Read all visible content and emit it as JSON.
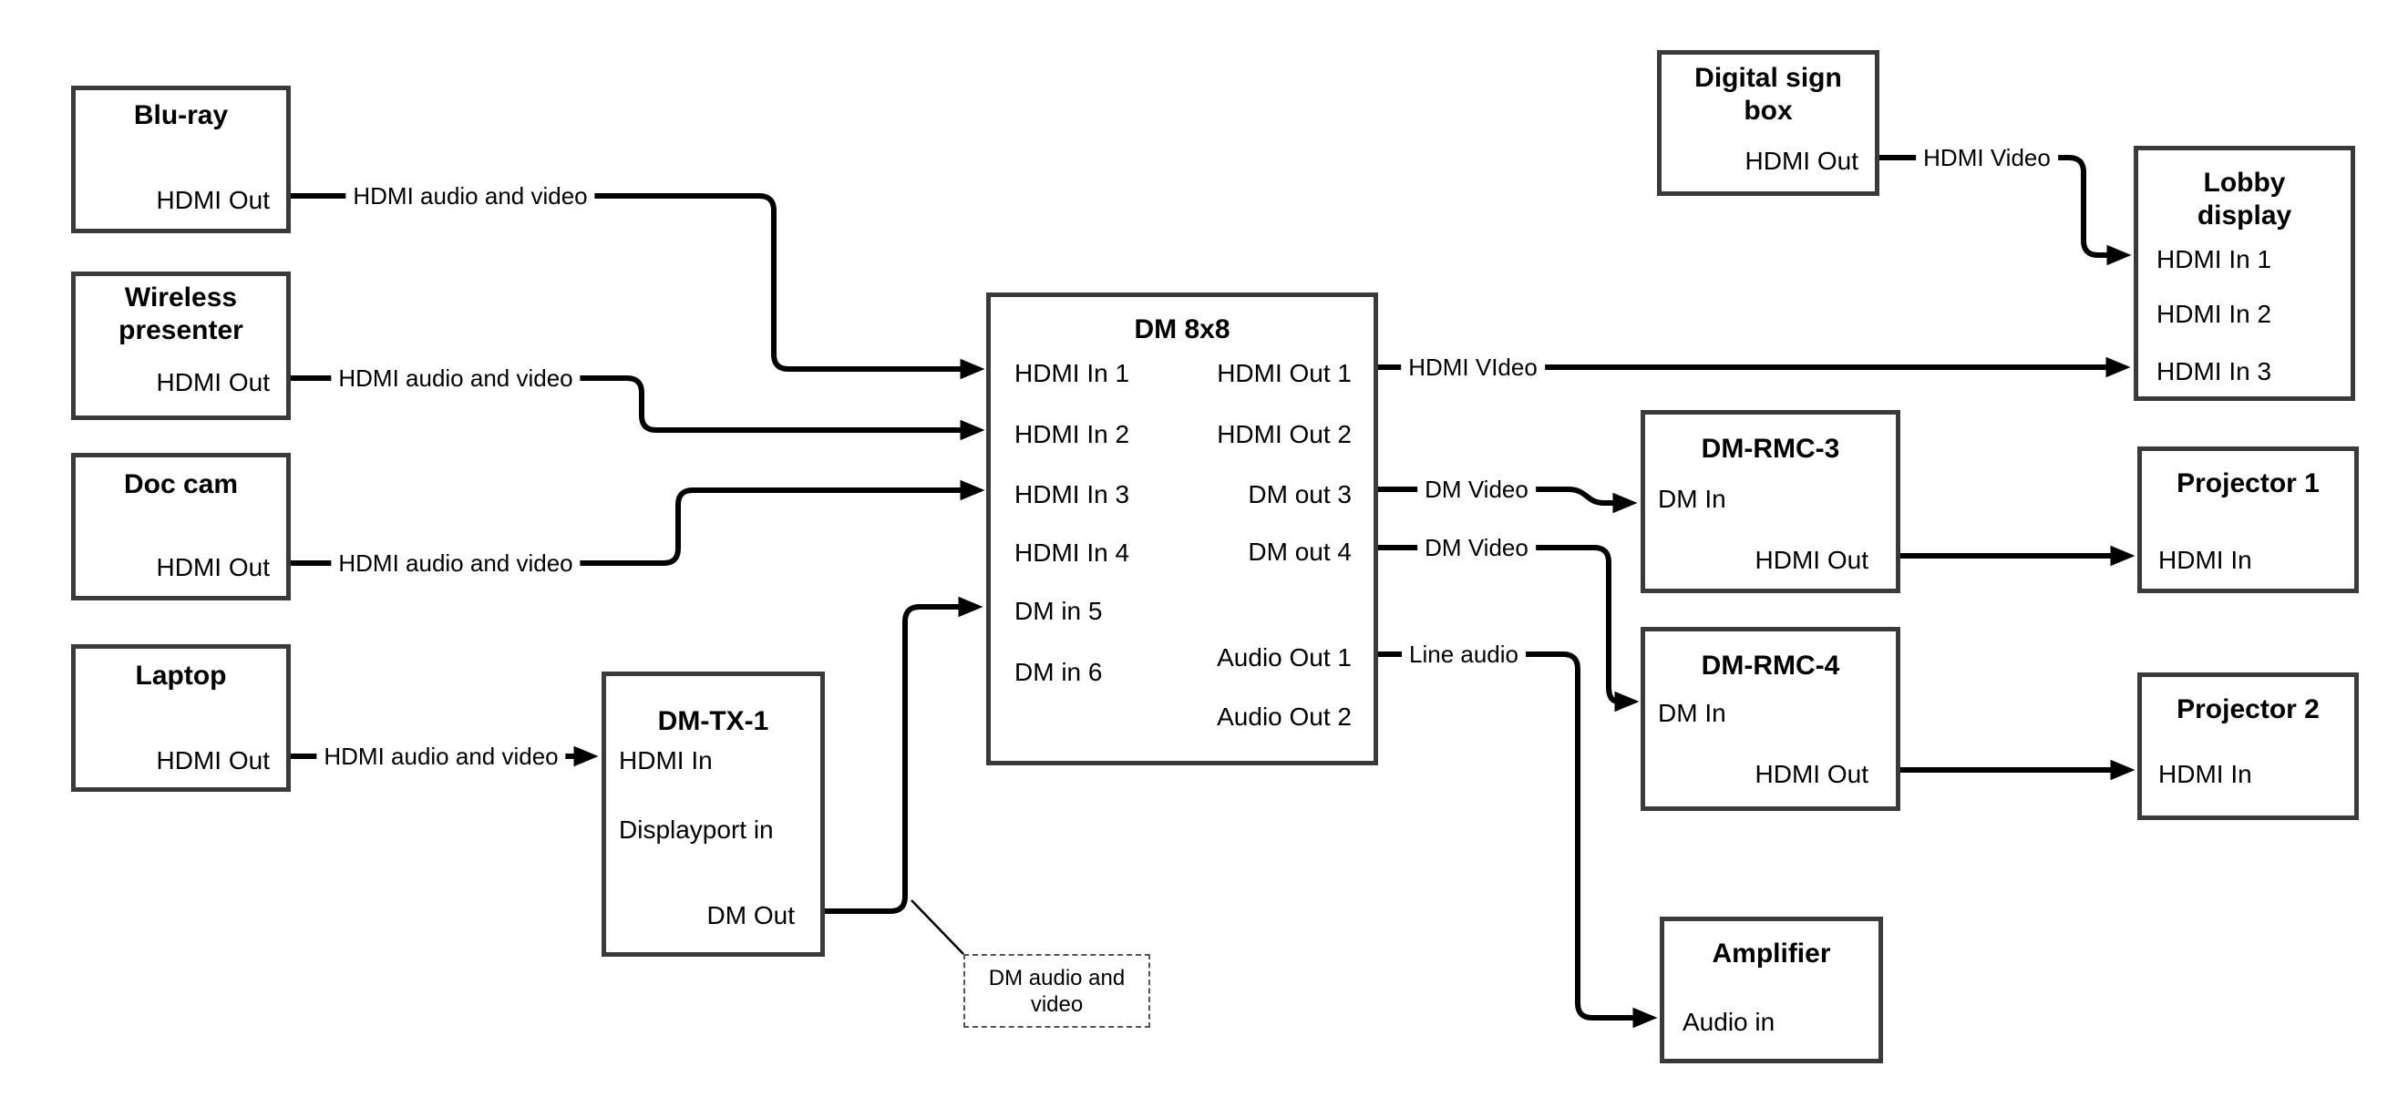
{
  "diagram": {
    "background": "#ffffff",
    "wire_color": "#000000",
    "box_border_color": "#3a3a3a"
  },
  "nodes": {
    "bluray": {
      "title": "Blu-ray",
      "port_hdmi_out": "HDMI Out"
    },
    "wireless": {
      "title": "Wireless presenter",
      "port_hdmi_out": "HDMI Out"
    },
    "doc_cam": {
      "title": "Doc cam",
      "port_hdmi_out": "HDMI Out"
    },
    "laptop": {
      "title": "Laptop",
      "port_hdmi_out": "HDMI Out"
    },
    "dm_tx_1": {
      "title": "DM-TX-1",
      "port_hdmi_in": "HDMI In",
      "port_displayport_in": "Displayport in",
      "port_dm_out": "DM Out"
    },
    "dm_8x8": {
      "title": "DM 8x8",
      "inputs": [
        "HDMI In 1",
        "HDMI In 2",
        "HDMI In 3",
        "HDMI In 4",
        "DM in 5",
        "DM in 6"
      ],
      "outputs": [
        "HDMI Out 1",
        "HDMI Out 2",
        "DM out 3",
        "DM out 4",
        "Audio Out 1",
        "Audio Out 2"
      ]
    },
    "digital_sign": {
      "title": "Digital sign box",
      "port_hdmi_out": "HDMI Out"
    },
    "lobby_display": {
      "title": "Lobby display",
      "ports": [
        "HDMI In 1",
        "HDMI In 2",
        "HDMI In 3"
      ]
    },
    "dm_rmc_3": {
      "title": "DM-RMC-3",
      "port_dm_in": "DM In",
      "port_hdmi_out": "HDMI Out"
    },
    "projector_1": {
      "title": "Projector 1",
      "port_hdmi_in": "HDMI In"
    },
    "dm_rmc_4": {
      "title": "DM-RMC-4",
      "port_dm_in": "DM In",
      "port_hdmi_out": "HDMI Out"
    },
    "projector_2": {
      "title": "Projector 2",
      "port_hdmi_in": "HDMI In"
    },
    "amplifier": {
      "title": "Amplifier",
      "port_audio_in": "Audio in"
    }
  },
  "connections": [
    {
      "from": "Blu-ray HDMI Out",
      "to": "DM 8x8 HDMI In 1",
      "label": "HDMI audio and video"
    },
    {
      "from": "Wireless presenter HDMI Out",
      "to": "DM 8x8 HDMI In 2",
      "label": "HDMI audio and video"
    },
    {
      "from": "Doc cam HDMI Out",
      "to": "DM 8x8 HDMI In 3",
      "label": "HDMI audio and video"
    },
    {
      "from": "Laptop HDMI Out",
      "to": "DM-TX-1 HDMI In",
      "label": "HDMI audio and video"
    },
    {
      "from": "DM-TX-1 DM Out",
      "to": "DM 8x8 DM in 5",
      "label": ""
    },
    {
      "from": "DM 8x8 HDMI Out 1",
      "to": "Lobby display HDMI In 3",
      "label": "HDMI VIdeo"
    },
    {
      "from": "DM 8x8 DM out 3",
      "to": "DM-RMC-3 DM In",
      "label": "DM Video"
    },
    {
      "from": "DM 8x8 DM out 4",
      "to": "DM-RMC-4 DM In",
      "label": "DM Video"
    },
    {
      "from": "DM 8x8 Audio Out 1",
      "to": "Amplifier Audio in",
      "label": "Line audio"
    },
    {
      "from": "Digital sign box HDMI Out",
      "to": "Lobby display HDMI In 1",
      "label": "HDMI Video"
    },
    {
      "from": "DM-RMC-3 HDMI Out",
      "to": "Projector 1 HDMI In",
      "label": ""
    },
    {
      "from": "DM-RMC-4 HDMI Out",
      "to": "Projector 2 HDMI In",
      "label": ""
    }
  ],
  "annotation": {
    "text": "DM audio and video"
  }
}
